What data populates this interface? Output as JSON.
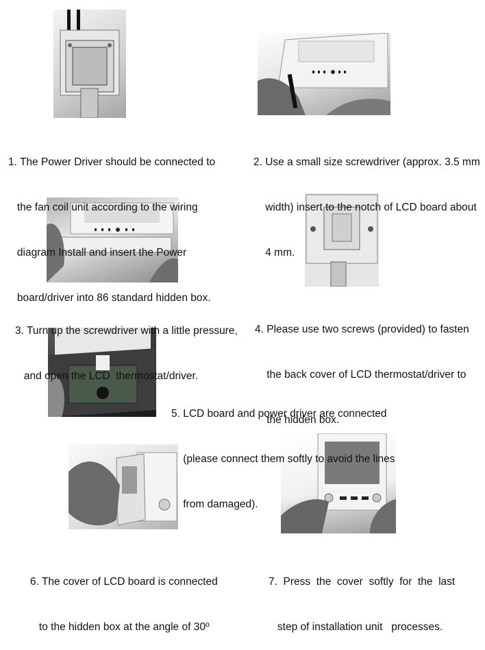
{
  "steps": [
    {
      "lines": [
        "1. The Power Driver should be connected to",
        "   the fan coil unit according to the wiring",
        "   diagram Install and insert the Power",
        "   board/driver into 86 standard hidden box."
      ],
      "photo": "power-driver-in-hidden-box"
    },
    {
      "lines": [
        "2. Use a small size screwdriver (approx. 3.5 mm",
        "    width) insert to the notch of LCD board about",
        "    4 mm."
      ],
      "photo": "screwdriver-in-notch"
    },
    {
      "lines": [
        "3. Turn up the screwdriver with a little pressure,",
        "   and open the LCD  thermostat/driver."
      ],
      "photo": "opening-lcd-thermostat"
    },
    {
      "lines": [
        "4. Please use two screws (provided) to fasten",
        "    the back cover of LCD thermostat/driver to",
        "    the hidden box."
      ],
      "photo": "back-cover-with-screws"
    },
    {
      "lines": [
        "5. LCD board and power driver are connected",
        "    (please connect them softly to avoid the lines",
        "    from damaged)."
      ],
      "photo": "board-and-driver-connected"
    },
    {
      "lines": [
        "6. The cover of LCD board is connected",
        "   to the hidden box at the angle of 30º"
      ],
      "photo": "cover-at-30-degrees"
    },
    {
      "lines": [
        "7.  Press  the  cover  softly  for  the  last",
        "   step of installation unit   processes."
      ],
      "photo": "pressing-cover"
    }
  ]
}
